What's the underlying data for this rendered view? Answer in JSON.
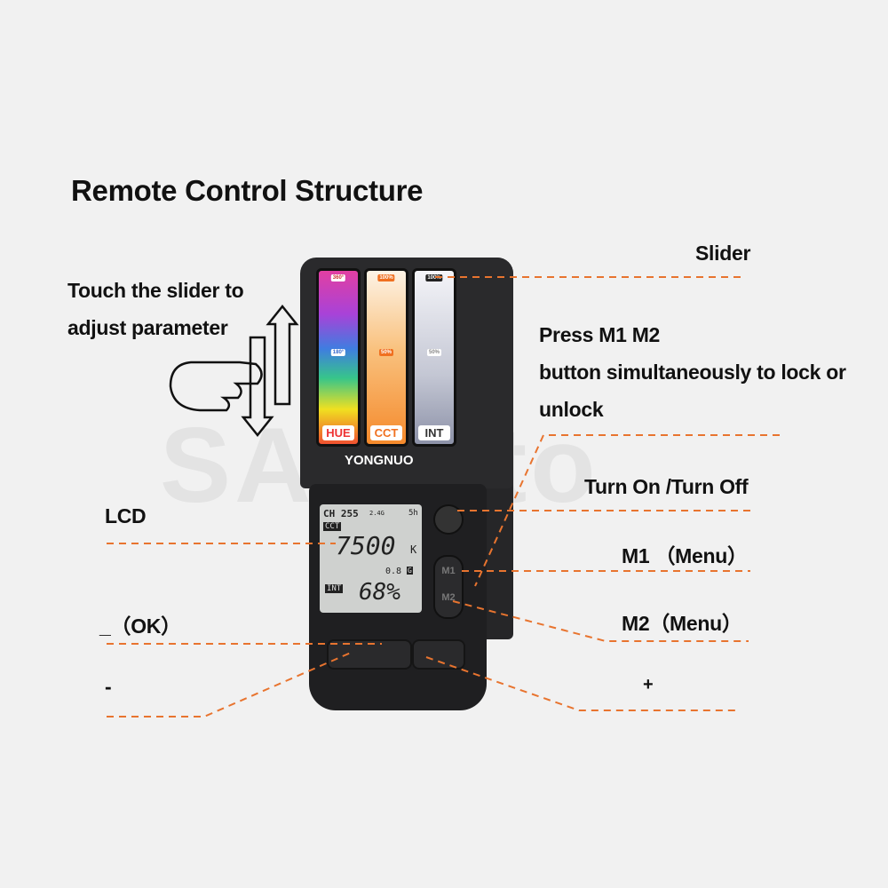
{
  "title": "Remote Control Structure",
  "watermark": "SALfoto",
  "callouts": {
    "touch_line1": "Touch the slider to",
    "touch_line2": "adjust parameter",
    "slider": "Slider",
    "lock_line1": "Press M1 M2",
    "lock_line2": "button simultaneously to lock or",
    "lock_line3": "unlock",
    "power": "Turn On /Turn Off",
    "lcd": "LCD",
    "m1": "M1 （Menu）",
    "m2": "M2（Menu）",
    "ok": "_（OK）",
    "minus": "-",
    "plus": "+"
  },
  "device": {
    "brand": "YONGNUO",
    "sliders": [
      {
        "label": "HUE",
        "top": "360°",
        "mid": "180°"
      },
      {
        "label": "CCT",
        "top": "100%",
        "mid": "50%"
      },
      {
        "label": "INT",
        "top": "100%",
        "mid": "50%"
      }
    ],
    "lcd": {
      "channel": "CH 255",
      "band": "2.4G",
      "time": "5h",
      "mode": "CCT",
      "cct": "7500",
      "unit": "K",
      "gm": "0.8",
      "gm_tag": "G",
      "int_tag": "INT",
      "intensity": "68%"
    },
    "m1_label": "M1",
    "m2_label": "M2"
  },
  "colors": {
    "accent": "#e8742f"
  }
}
